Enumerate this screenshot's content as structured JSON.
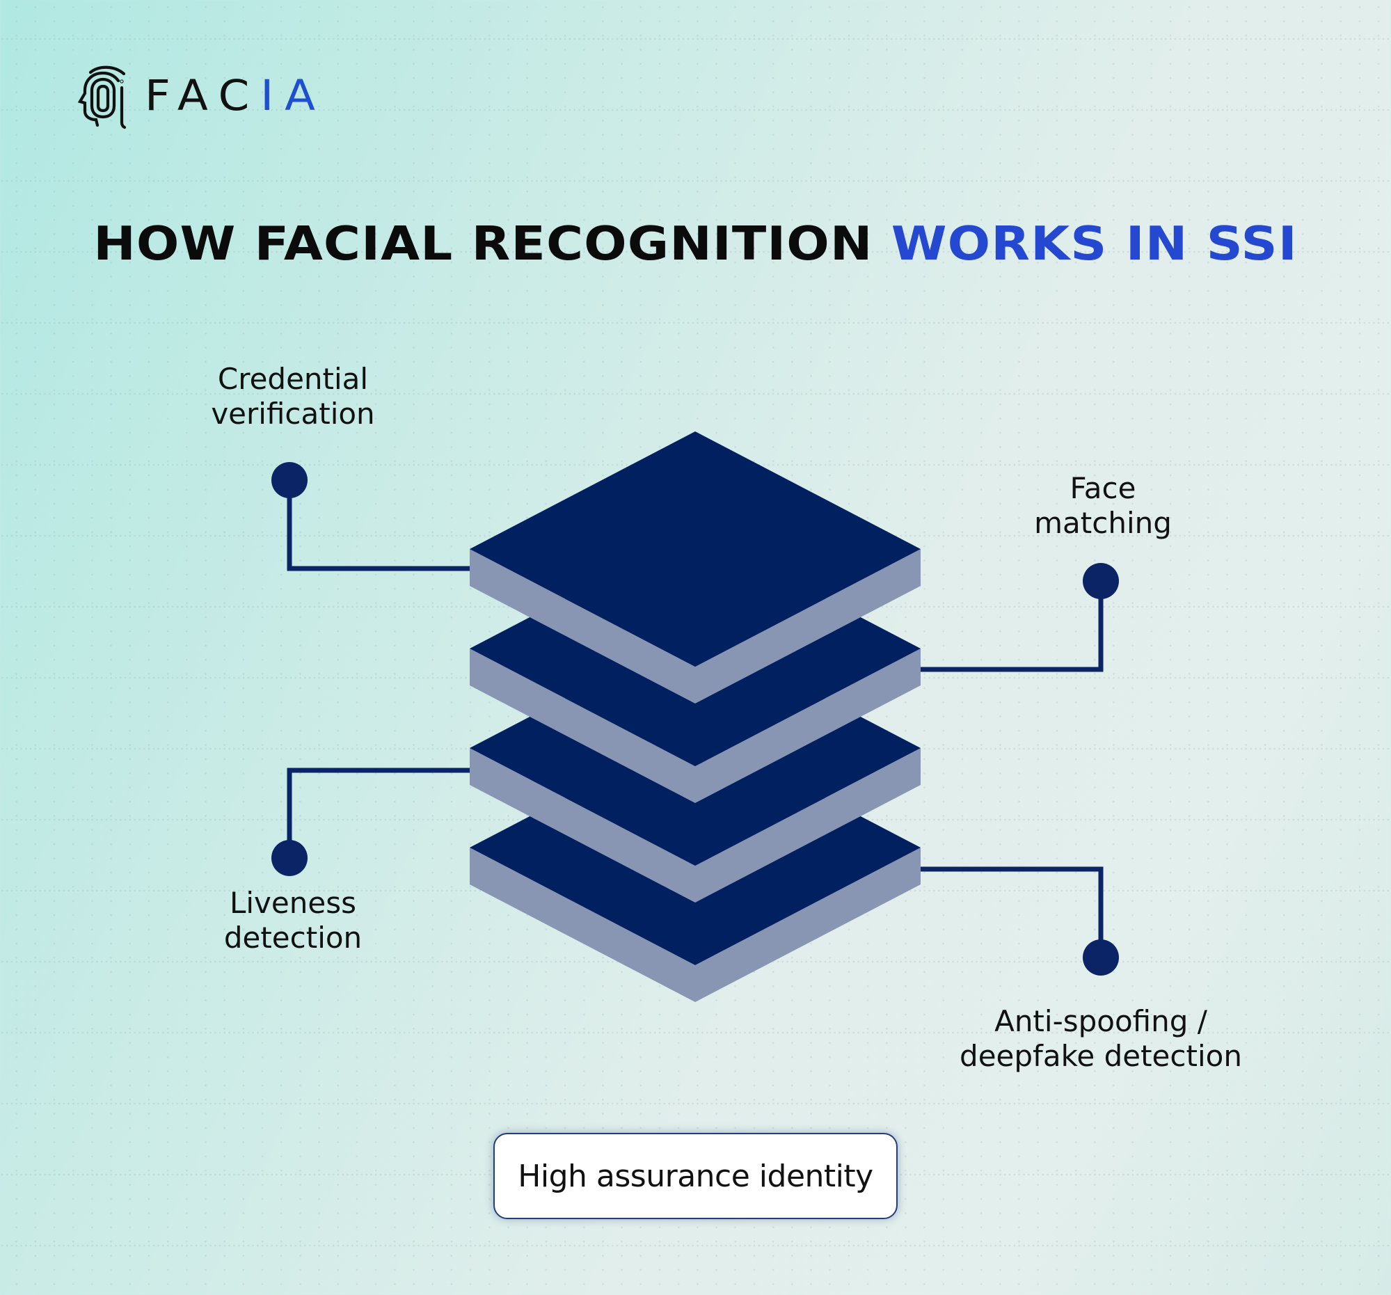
{
  "brand": {
    "logo_icon": "fingerprint-face-icon",
    "name_main": "FAC",
    "name_accent": "IA",
    "accent_color": "#1f4fd1"
  },
  "title": {
    "main": "HOW FACIAL RECOGNITION ",
    "accent": "WORKS IN SSI",
    "accent_color": "#2448d0"
  },
  "diagram": {
    "layer_top_color": "#002060",
    "layer_side_color": "#8896b4",
    "connector_color": "#0a2466",
    "layers": 4,
    "labels": [
      {
        "id": "credential",
        "line1": "Credential",
        "line2": "verification",
        "side": "left"
      },
      {
        "id": "face",
        "line1": "Face",
        "line2": "matching",
        "side": "right"
      },
      {
        "id": "liveness",
        "line1": "Liveness",
        "line2": "detection",
        "side": "left"
      },
      {
        "id": "antispoof",
        "line1": "Anti-spoofing /",
        "line2": "deepfake detection",
        "side": "right"
      }
    ]
  },
  "result": {
    "label": "High assurance identity"
  }
}
